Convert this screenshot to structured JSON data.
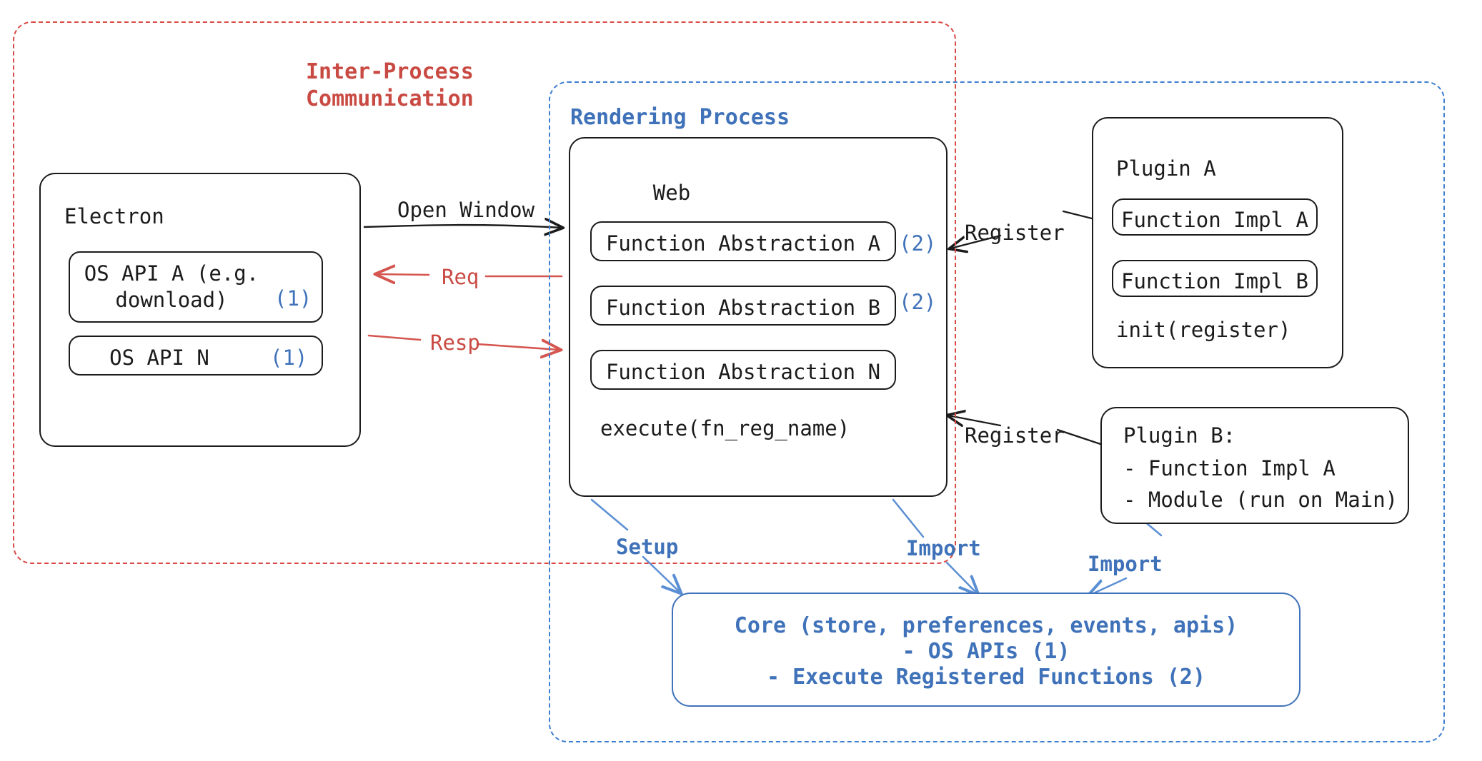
{
  "diagram": {
    "title": "Electron plugin architecture",
    "colors": {
      "ipc_red": "#c94a43",
      "render_blue": "#3f72b9",
      "frame_red": "#d94b46",
      "frame_blue": "#3f7fd0",
      "ink": "#1b1b1b"
    }
  },
  "groups": {
    "ipc": {
      "label": "Inter-Process\nCommunication"
    },
    "rendering": {
      "label": "Rendering Process"
    }
  },
  "electron": {
    "title": "Electron",
    "apis": [
      {
        "label": "OS API A (e.g.\ndownload)",
        "marker": "(1)"
      },
      {
        "label": "OS API N",
        "marker": "(1)"
      }
    ]
  },
  "web": {
    "title": "Web",
    "abstractions": [
      {
        "label": "Function Abstraction A",
        "marker": "(2)"
      },
      {
        "label": "Function Abstraction B",
        "marker": "(2)"
      },
      {
        "label": "Function Abstraction N",
        "marker": ""
      }
    ],
    "footer": "execute(fn_reg_name)"
  },
  "plugin_a": {
    "title": "Plugin A",
    "impls": [
      {
        "label": "Function Impl A"
      },
      {
        "label": "Function Impl B"
      }
    ],
    "footer": "init(register)"
  },
  "plugin_b": {
    "lines": [
      "Plugin B:",
      "- Function Impl A",
      "- Module (run on Main)"
    ]
  },
  "core": {
    "lines": [
      "Core (store, preferences, events, apis)",
      "- OS APIs (1)",
      "- Execute Registered Functions (2)"
    ]
  },
  "edges": {
    "open_window": "Open Window",
    "req": "Req",
    "resp": "Resp",
    "register_a": "Register",
    "register_b": "Register",
    "setup": "Setup",
    "import_web": "Import",
    "import_plugin_b": "Import"
  }
}
